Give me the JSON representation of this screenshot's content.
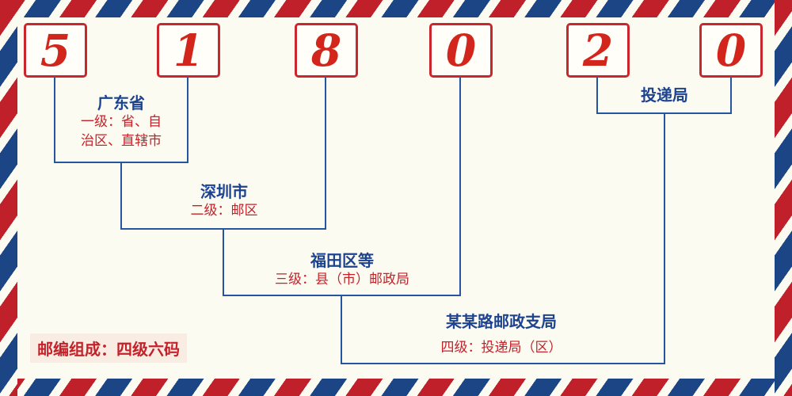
{
  "postal_code": {
    "digits": [
      "5",
      "1",
      "8",
      "0",
      "2",
      "0"
    ]
  },
  "levels": [
    {
      "name": "广东省",
      "desc_line1": "一级：省、自",
      "desc_line2": "治区、直辖市"
    },
    {
      "name": "深圳市",
      "desc": "二级：邮区"
    },
    {
      "name": "福田区等",
      "desc": "三级：县（市）邮政局"
    },
    {
      "name": "某某路邮政支局",
      "desc": "四级：投递局（区）"
    },
    {
      "name": "投递局"
    }
  ],
  "footer": {
    "composition_label": "邮编组成：四级六码"
  },
  "colors": {
    "accent_red": "#c3222b",
    "line_blue": "#2456a0",
    "digit_red": "#d2261c",
    "background": "#fcfbf1"
  }
}
